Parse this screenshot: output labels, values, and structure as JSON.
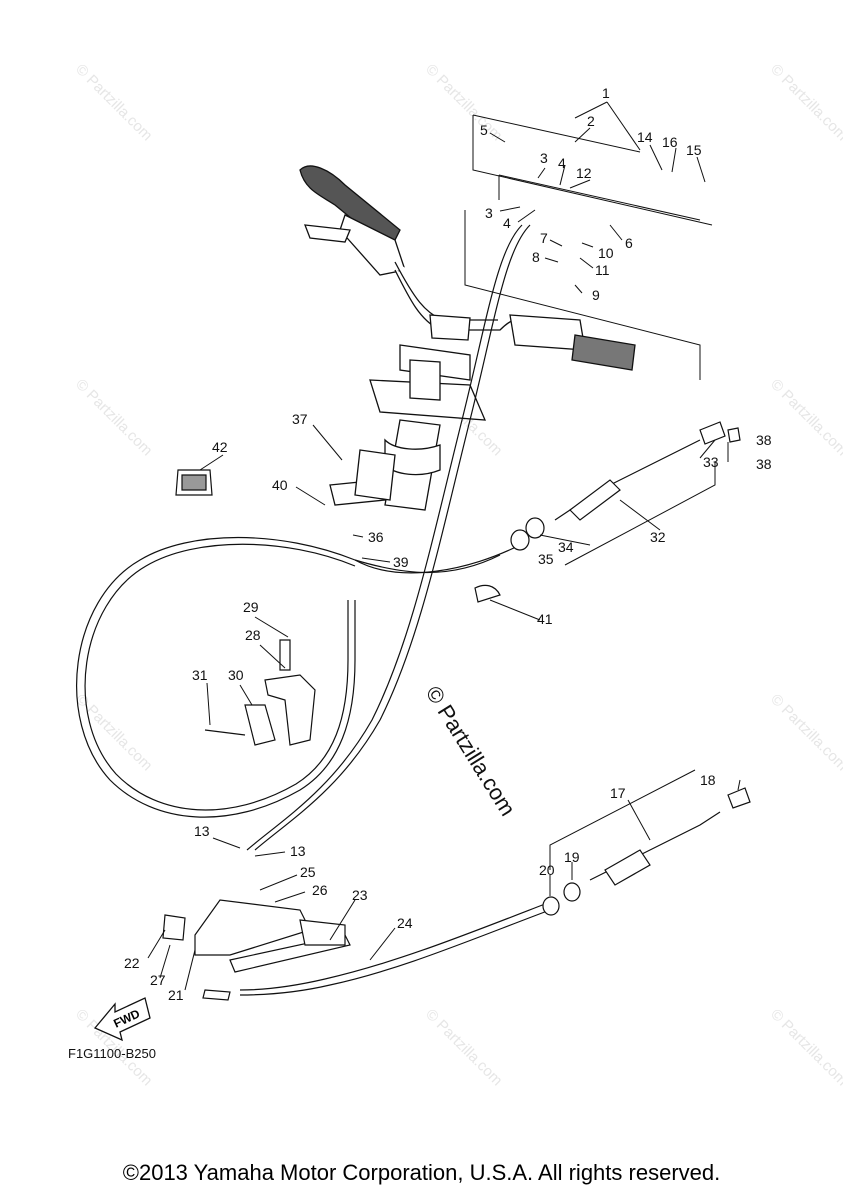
{
  "diagram": {
    "figure_code": "F1G1100-B250",
    "watermark": "© Partzilla.com",
    "center_watermark": "© Partzilla.com",
    "direction_label": "FWD",
    "copyright": "©2013 Yamaha Motor Corporation, U.S.A. All rights reserved.",
    "callouts": [
      "1",
      "2",
      "3",
      "4",
      "5",
      "6",
      "7",
      "8",
      "9",
      "10",
      "11",
      "12",
      "13",
      "14",
      "15",
      "16",
      "17",
      "18",
      "19",
      "20",
      "21",
      "22",
      "23",
      "24",
      "25",
      "26",
      "27",
      "28",
      "29",
      "30",
      "31",
      "32",
      "33",
      "34",
      "35",
      "36",
      "37",
      "38",
      "39",
      "40",
      "41",
      "42"
    ]
  }
}
